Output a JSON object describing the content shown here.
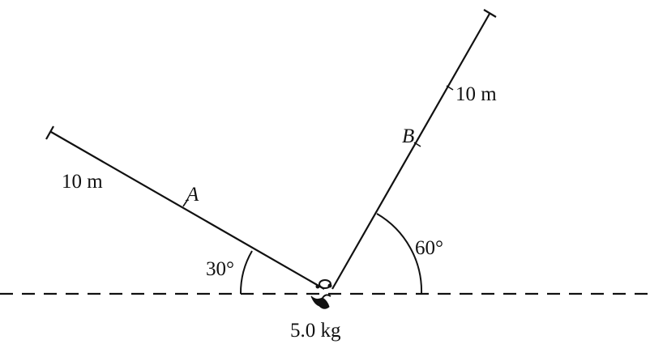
{
  "labels": {
    "length_a": "10 m",
    "length_b": "10 m",
    "string_a": "A",
    "string_b": "B",
    "angle_a": "30°",
    "angle_b": "60°",
    "mass": "5.0 kg"
  },
  "colors": {
    "ink": "#111111",
    "background": "#ffffff"
  }
}
